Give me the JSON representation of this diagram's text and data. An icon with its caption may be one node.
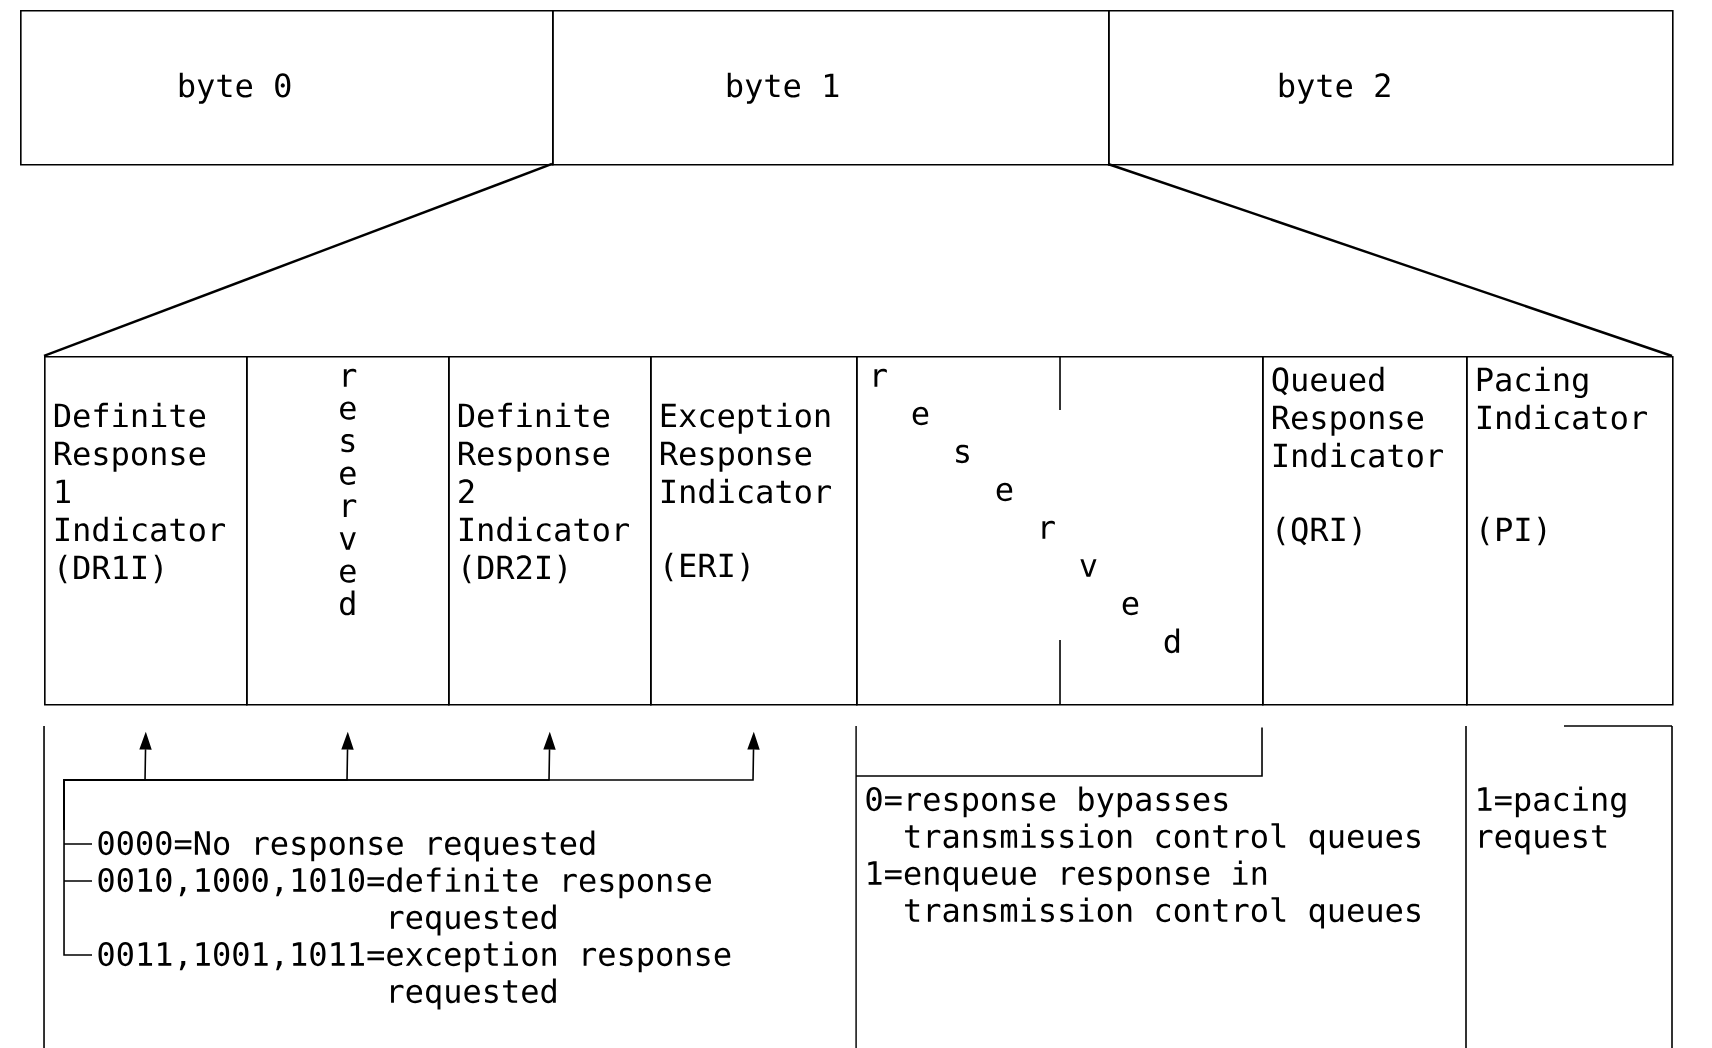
{
  "diagram": {
    "nodes": [
      {
        "text": [
          "byte 0"
        ]
      },
      {
        "text": [
          "byte 1"
        ]
      },
      {
        "text": [
          "byte 2"
        ]
      },
      {
        "text": [
          "Definite Response 1 Indicator",
          "(DR1I)"
        ]
      },
      {
        "text": [
          "reserved"
        ]
      },
      {
        "text": [
          "Definite Response 2 Indicator",
          "(DR2I)"
        ]
      },
      {
        "text": [
          "Exception Response Indicator",
          "(ERI)"
        ]
      },
      {
        "text": [
          "reserved"
        ]
      },
      {
        "text": [
          "Queued Response Indicator",
          "(QRI)"
        ]
      },
      {
        "text": [
          "Pacing Indicator",
          "(PI)"
        ]
      },
      {
        "text": [
          "0000=No response requested",
          "0010,1000,1010=definite response requested",
          "0011,1001,1011=exception response requested"
        ]
      },
      {
        "text": [
          "0=response bypasses transmission control queues",
          "1=enqueue response in transmission control queues"
        ]
      },
      {
        "text": [
          "1=pacing request"
        ]
      }
    ],
    "edges": [
      {
        "from": 10,
        "to": 3,
        "arrow": "to"
      },
      {
        "from": 10,
        "to": 4,
        "arrow": "to"
      },
      {
        "from": 10,
        "to": 5,
        "arrow": "to"
      },
      {
        "from": 10,
        "to": 6,
        "arrow": "to"
      },
      {
        "from": 8,
        "to": 11,
        "arrow": "none"
      }
    ]
  }
}
